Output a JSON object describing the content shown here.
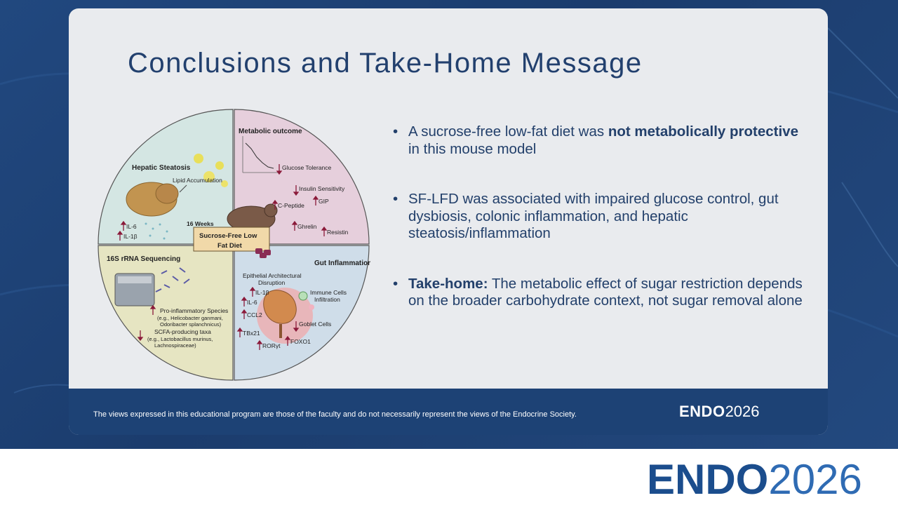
{
  "slide": {
    "title": "Conclusions and Take-Home Message",
    "disclaimer": "The views expressed in this educational program are those of the faculty and do not necessarily represent the views of the Endocrine Society.",
    "brand_bold": "ENDO",
    "brand_year": "2026"
  },
  "bullets": [
    {
      "before": "A sucrose-free low-fat diet was ",
      "bold": "not metabolically protective",
      "after": " in this mouse model"
    },
    {
      "before": "SF-LFD was associated with impaired glucose control, gut dysbiosis, colonic inflammation, and hepatic steatosis/inflammation",
      "bold": "",
      "after": ""
    },
    {
      "before": "",
      "bold": "Take-home:",
      "after": " The metabolic effect of sugar restriction depends on the broader carbohydrate context, not sugar removal alone"
    }
  ],
  "figure": {
    "hepatic": {
      "title": "Hepatic Steatosis",
      "lipid": "Lipid Accumulation",
      "il6": "IL-6",
      "il1b": "IL-1β"
    },
    "metabolic": {
      "title": "Metabolic outcome",
      "glucose": "Glucose Tolerance",
      "insulin": "Insulin Sensitivity",
      "gip": "GIP",
      "cpeptide": "C-Peptide",
      "ghrelin": "Ghrelin",
      "resistin": "Resistin"
    },
    "center": {
      "weeks": "16 Weeks",
      "diet_line1": "Sucrose-Free Low",
      "diet_line2": "Fat Diet"
    },
    "rrna": {
      "title": "16S rRNA Sequencing",
      "pro": "Pro-inflammatory Species",
      "pro_eg1": "(e.g., Helicobacter ganmani,",
      "pro_eg2": "Odoribacter splanchnicus)",
      "scfa": "SCFA-producing taxa",
      "scfa_eg1": "(e.g., Lactobacillus murinus,",
      "scfa_eg2": "Lachnospiraceae)"
    },
    "gut": {
      "title": "Gut Inflammation",
      "epi1": "Epithelial Architectural",
      "epi2": "Disruption",
      "il1b": "IL-1β",
      "il6": "IL-6",
      "ccl2": "CCL2",
      "tbx21": "TBx21",
      "roryt": "RORγt",
      "immune1": "Immune Cells",
      "immune2": "Infiltration",
      "goblet": "Goblet Cells",
      "foxo1": "FOXO1"
    }
  },
  "colors": {
    "title": "#22406e",
    "footer": "#1d4275",
    "slide_bg": "#e9ebee",
    "up_arrow": "#8b1a3a"
  }
}
